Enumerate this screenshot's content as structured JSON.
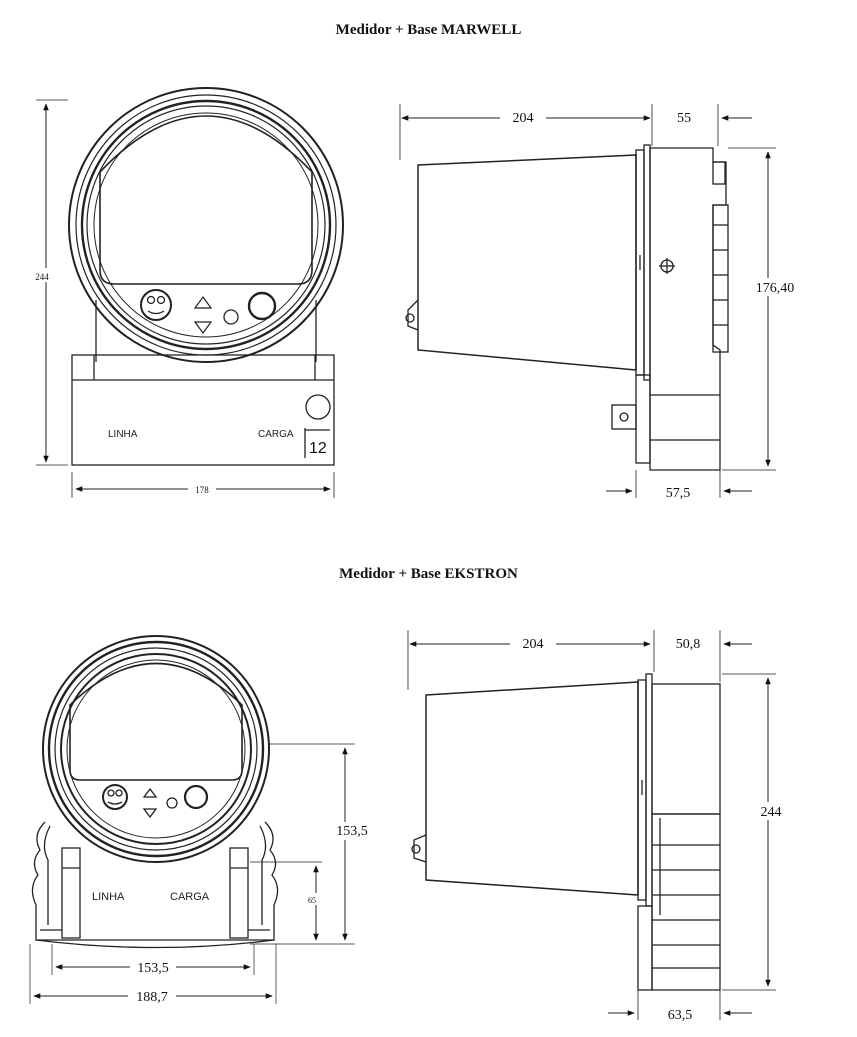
{
  "titles": {
    "marwell": "Medidor + Base MARWELL",
    "ekstron": "Medidor + Base EKSTRON"
  },
  "marwell": {
    "front": {
      "height_label": "244",
      "width_label": "178",
      "label_linha": "LINHA",
      "label_carga": "CARGA",
      "terminal_number": "12"
    },
    "side": {
      "depth_label": "204",
      "base_depth_label": "55",
      "height_label": "176,40",
      "bottom_label": "57,5"
    }
  },
  "ekstron": {
    "front": {
      "label_linha": "LINHA",
      "label_carga": "CARGA",
      "height_label": "153,5",
      "small_label": "65",
      "inner_width_label": "153,5",
      "outer_width_label": "188,7"
    },
    "side": {
      "depth_label": "204",
      "base_depth_label": "50,8",
      "height_label": "244",
      "bottom_label": "63,5"
    }
  }
}
